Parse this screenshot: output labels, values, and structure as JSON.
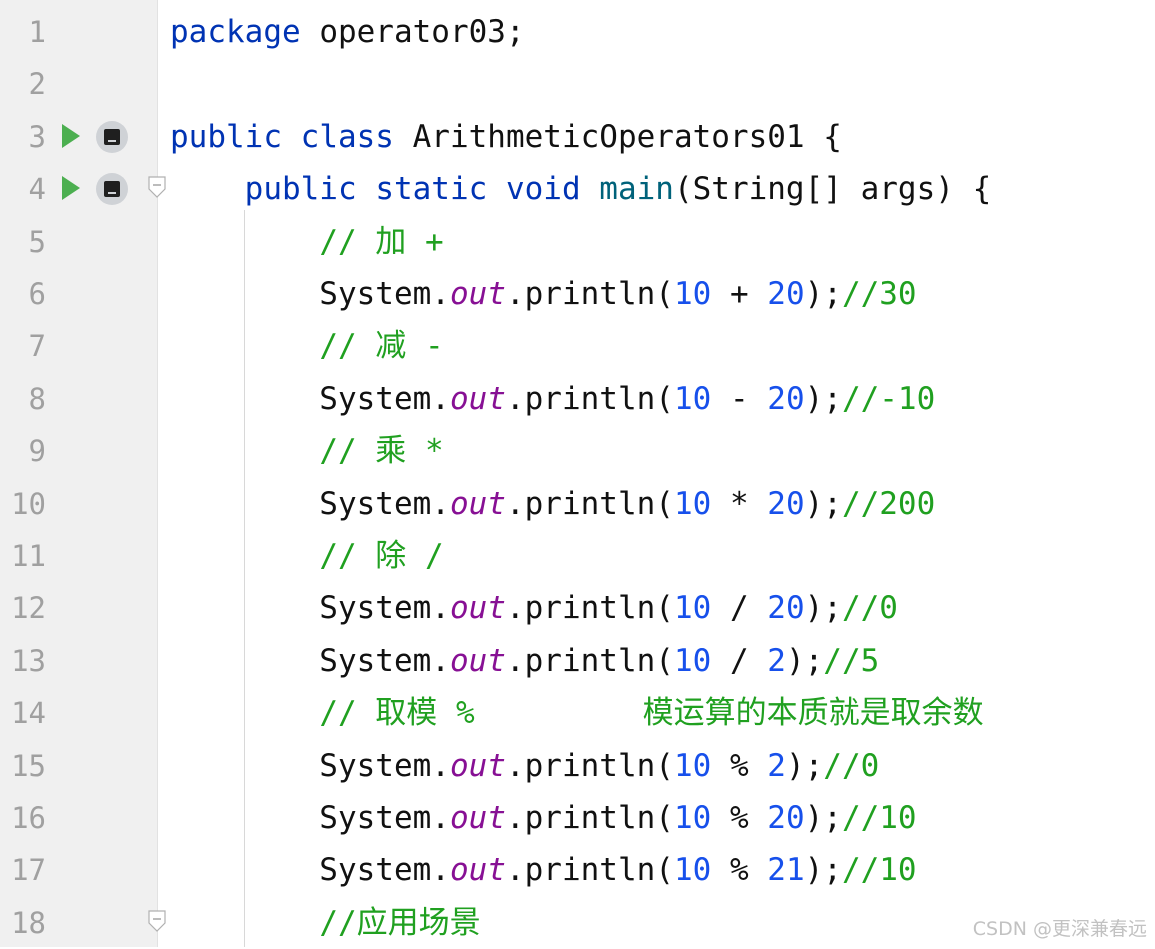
{
  "lines": [
    {
      "n": "1",
      "segments": [
        {
          "t": "package",
          "c": "kw"
        },
        {
          "t": " operator03;",
          "c": ""
        }
      ]
    },
    {
      "n": "2",
      "segments": []
    },
    {
      "n": "3",
      "segments": [
        {
          "t": "public",
          "c": "kw"
        },
        {
          "t": " ",
          "c": ""
        },
        {
          "t": "class",
          "c": "kw"
        },
        {
          "t": " ArithmeticOperators01 {",
          "c": ""
        }
      ]
    },
    {
      "n": "4",
      "segments": [
        {
          "t": "    ",
          "c": ""
        },
        {
          "t": "public",
          "c": "kw"
        },
        {
          "t": " ",
          "c": ""
        },
        {
          "t": "static",
          "c": "kw"
        },
        {
          "t": " ",
          "c": ""
        },
        {
          "t": "void",
          "c": "kw"
        },
        {
          "t": " ",
          "c": ""
        },
        {
          "t": "main",
          "c": "fn"
        },
        {
          "t": "(String[] args) {",
          "c": ""
        }
      ]
    },
    {
      "n": "5",
      "segments": [
        {
          "t": "        ",
          "c": ""
        },
        {
          "t": "// 加 +",
          "c": "cm"
        }
      ]
    },
    {
      "n": "6",
      "segments": [
        {
          "t": "        System.",
          "c": ""
        },
        {
          "t": "out",
          "c": "fld"
        },
        {
          "t": ".println(",
          "c": ""
        },
        {
          "t": "10",
          "c": "num"
        },
        {
          "t": " + ",
          "c": ""
        },
        {
          "t": "20",
          "c": "num"
        },
        {
          "t": ");",
          "c": ""
        },
        {
          "t": "//30",
          "c": "cm"
        }
      ]
    },
    {
      "n": "7",
      "segments": [
        {
          "t": "        ",
          "c": ""
        },
        {
          "t": "// 减 -",
          "c": "cm"
        }
      ]
    },
    {
      "n": "8",
      "segments": [
        {
          "t": "        System.",
          "c": ""
        },
        {
          "t": "out",
          "c": "fld"
        },
        {
          "t": ".println(",
          "c": ""
        },
        {
          "t": "10",
          "c": "num"
        },
        {
          "t": " - ",
          "c": ""
        },
        {
          "t": "20",
          "c": "num"
        },
        {
          "t": ");",
          "c": ""
        },
        {
          "t": "//-10",
          "c": "cm"
        }
      ]
    },
    {
      "n": "9",
      "segments": [
        {
          "t": "        ",
          "c": ""
        },
        {
          "t": "// 乘 *",
          "c": "cm"
        }
      ]
    },
    {
      "n": "10",
      "segments": [
        {
          "t": "        System.",
          "c": ""
        },
        {
          "t": "out",
          "c": "fld"
        },
        {
          "t": ".println(",
          "c": ""
        },
        {
          "t": "10",
          "c": "num"
        },
        {
          "t": " * ",
          "c": ""
        },
        {
          "t": "20",
          "c": "num"
        },
        {
          "t": ");",
          "c": ""
        },
        {
          "t": "//200",
          "c": "cm"
        }
      ]
    },
    {
      "n": "11",
      "segments": [
        {
          "t": "        ",
          "c": ""
        },
        {
          "t": "// 除 /",
          "c": "cm"
        }
      ]
    },
    {
      "n": "12",
      "segments": [
        {
          "t": "        System.",
          "c": ""
        },
        {
          "t": "out",
          "c": "fld"
        },
        {
          "t": ".println(",
          "c": ""
        },
        {
          "t": "10",
          "c": "num"
        },
        {
          "t": " / ",
          "c": ""
        },
        {
          "t": "20",
          "c": "num"
        },
        {
          "t": ");",
          "c": ""
        },
        {
          "t": "//0",
          "c": "cm"
        }
      ]
    },
    {
      "n": "13",
      "segments": [
        {
          "t": "        System.",
          "c": ""
        },
        {
          "t": "out",
          "c": "fld"
        },
        {
          "t": ".println(",
          "c": ""
        },
        {
          "t": "10",
          "c": "num"
        },
        {
          "t": " / ",
          "c": ""
        },
        {
          "t": "2",
          "c": "num"
        },
        {
          "t": ");",
          "c": ""
        },
        {
          "t": "//5",
          "c": "cm"
        }
      ]
    },
    {
      "n": "14",
      "segments": [
        {
          "t": "        ",
          "c": ""
        },
        {
          "t": "// 取模 %         模运算的本质就是取余数",
          "c": "cm"
        }
      ]
    },
    {
      "n": "15",
      "segments": [
        {
          "t": "        System.",
          "c": ""
        },
        {
          "t": "out",
          "c": "fld"
        },
        {
          "t": ".println(",
          "c": ""
        },
        {
          "t": "10",
          "c": "num"
        },
        {
          "t": " % ",
          "c": ""
        },
        {
          "t": "2",
          "c": "num"
        },
        {
          "t": ");",
          "c": ""
        },
        {
          "t": "//0",
          "c": "cm"
        }
      ]
    },
    {
      "n": "16",
      "segments": [
        {
          "t": "        System.",
          "c": ""
        },
        {
          "t": "out",
          "c": "fld"
        },
        {
          "t": ".println(",
          "c": ""
        },
        {
          "t": "10",
          "c": "num"
        },
        {
          "t": " % ",
          "c": ""
        },
        {
          "t": "20",
          "c": "num"
        },
        {
          "t": ");",
          "c": ""
        },
        {
          "t": "//10",
          "c": "cm"
        }
      ]
    },
    {
      "n": "17",
      "segments": [
        {
          "t": "        System.",
          "c": ""
        },
        {
          "t": "out",
          "c": "fld"
        },
        {
          "t": ".println(",
          "c": ""
        },
        {
          "t": "10",
          "c": "num"
        },
        {
          "t": " % ",
          "c": ""
        },
        {
          "t": "21",
          "c": "num"
        },
        {
          "t": ");",
          "c": ""
        },
        {
          "t": "//10",
          "c": "cm"
        }
      ]
    },
    {
      "n": "18",
      "segments": [
        {
          "t": "        ",
          "c": ""
        },
        {
          "t": "//应用场景",
          "c": "cm"
        }
      ]
    }
  ],
  "gutter_icons": {
    "run_lines": [
      "3",
      "4"
    ],
    "fold_lines": [
      "4",
      "18"
    ]
  },
  "watermark": "CSDN @更深兼春远",
  "colors": {
    "keyword": "#0033b3",
    "method": "#00627a",
    "number": "#1750eb",
    "field": "#871094",
    "comment": "#20a020",
    "gutter": "#f0f0f0",
    "run": "#4caf50"
  }
}
